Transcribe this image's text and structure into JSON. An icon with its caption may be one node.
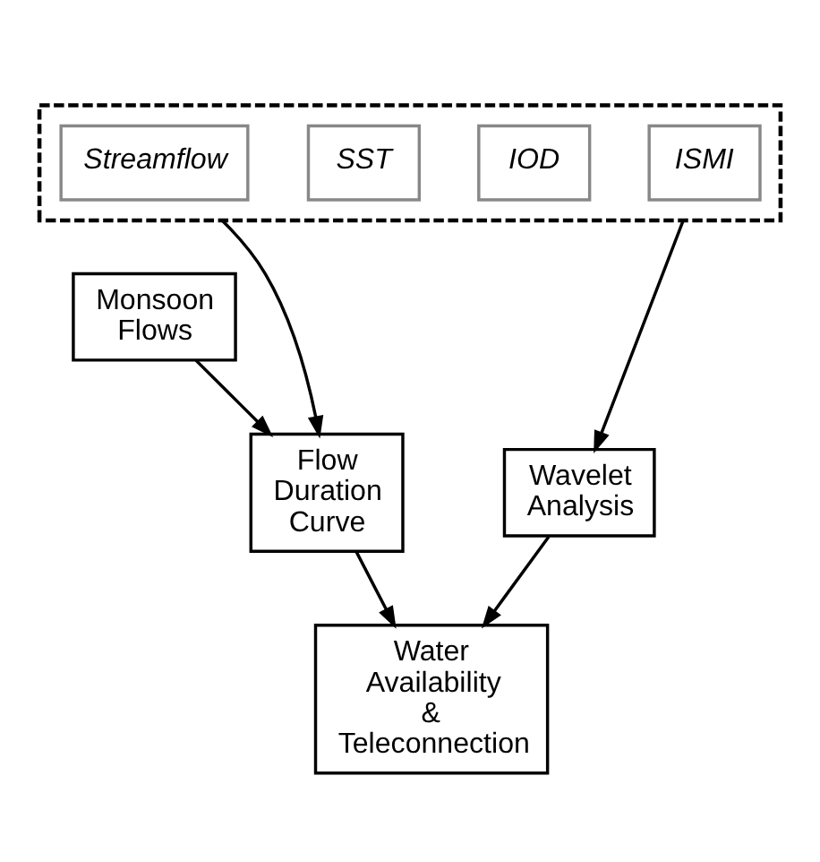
{
  "diagram": {
    "nodes": [
      {
        "text": [],
        "shape": "box"
      },
      {
        "text": [
          "Streamflow"
        ],
        "in": 0
      },
      {
        "text": [
          "SST"
        ],
        "in": 0
      },
      {
        "text": [
          "IOD"
        ],
        "in": 0
      },
      {
        "text": [
          "ISMI"
        ],
        "in": 0
      },
      {
        "text": [
          "Monsoon Flows"
        ]
      },
      {
        "text": [
          "Flow Duration Curve"
        ]
      },
      {
        "text": [
          "Wavelet Analysis"
        ]
      },
      {
        "text": [
          "Water Availability & Teleconnection"
        ]
      }
    ],
    "edges": [
      {
        "from": 0,
        "to": 6,
        "arrow": "to"
      },
      {
        "from": 5,
        "to": 6,
        "arrow": "to"
      },
      {
        "from": 0,
        "to": 7,
        "arrow": "to"
      },
      {
        "from": 6,
        "to": 8,
        "arrow": "to"
      },
      {
        "from": 7,
        "to": 8,
        "arrow": "to"
      }
    ]
  }
}
